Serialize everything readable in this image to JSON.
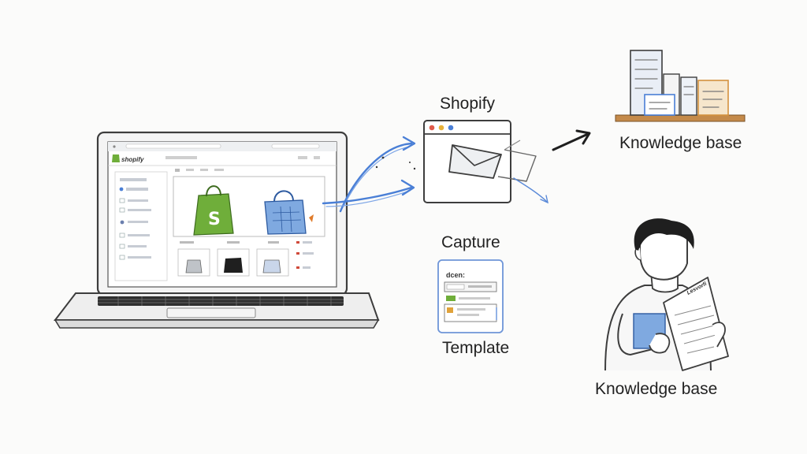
{
  "labels": {
    "shopify": "Shopify",
    "capture": "Capture",
    "template": "Template",
    "knowledge_base_top": "Knowledge base",
    "knowledge_base_bottom": "Knowledge base"
  },
  "laptop_screen": {
    "logo_text": "shopify"
  },
  "template_card": {
    "heading": "dcen:"
  },
  "colors": {
    "accent_blue": "#4a7fd6",
    "shopify_green": "#6fae3a",
    "sketch_ink": "#3d3d3d",
    "orange_accent": "#e07b2a"
  }
}
